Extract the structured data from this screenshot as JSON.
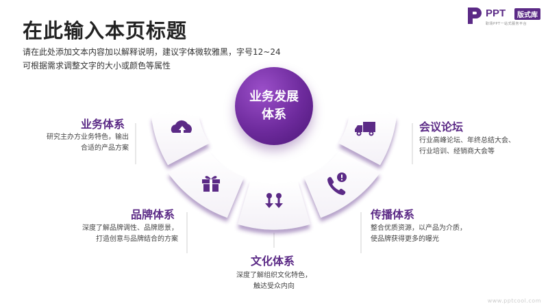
{
  "header": {
    "title": "在此输入本页标题",
    "subtitle_line1": "请在此处添加文本内容加以解释说明，建议字体微软雅黑，字号12~24",
    "subtitle_line2": "可根据需求调整文字的大小或颜色等属性"
  },
  "logo": {
    "brand": "PPT",
    "tag": "版式库",
    "slogan": "职场PPT一站式服务平台"
  },
  "center": {
    "line1": "业务发展",
    "line2": "体系"
  },
  "items": [
    {
      "title": "业务体系",
      "desc1": "研究主办方业务特色，输出",
      "desc2": "合适的产品方案",
      "icon": "cloud-upload-icon"
    },
    {
      "title": "品牌体系",
      "desc1": "深度了解品牌调性、品牌愿景，",
      "desc2": "打造创意与品牌结合的方案",
      "icon": "gift-icon"
    },
    {
      "title": "文化体系",
      "desc1": "深度了解组织文化特色，",
      "desc2": "触达受众内向",
      "icon": "up-down-arrows-icon"
    },
    {
      "title": "传播体系",
      "desc1": "整合优质资源，以产品为介质，",
      "desc2": "使品牌获得更多的曝光",
      "icon": "phone-alert-icon"
    },
    {
      "title": "会议论坛",
      "desc1": "行业高峰论坛、年终总结大会、",
      "desc2": "行业培训、经销商大会等",
      "icon": "truck-icon"
    }
  ],
  "footer": {
    "url": "www.pptcool.com"
  },
  "colors": {
    "accent": "#5b2a86",
    "accent_light": "#9b4fc9"
  }
}
